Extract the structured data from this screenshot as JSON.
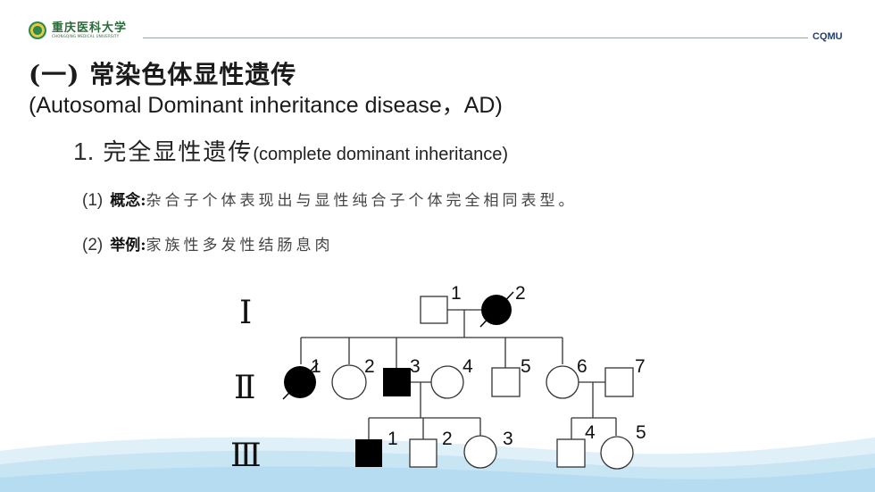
{
  "header": {
    "logo_text": "重庆医科大学",
    "logo_subtext": "CHONGQING MEDICAL UNIVERSITY",
    "brand_code": "CQMU"
  },
  "title": {
    "cn": "(一) 常染色体显性遗传",
    "en": "(Autosomal Dominant inheritance disease，AD)"
  },
  "section": {
    "number": "1.",
    "cn": "完全显性遗传",
    "en": "(complete dominant inheritance)"
  },
  "items": [
    {
      "number": "(1)",
      "label": "概念:",
      "text": "杂合子个体表现出与显性纯合子个体完全相同表型。"
    },
    {
      "number": "(2)",
      "label": "举例:",
      "text": "家族性多发性结肠息肉"
    }
  ],
  "pedigree": {
    "generations": [
      "Ⅰ",
      "Ⅱ",
      "Ⅲ"
    ],
    "gen1": [
      "1",
      "2"
    ],
    "gen2": [
      "1",
      "2",
      "3",
      "4",
      "5",
      "6",
      "7"
    ],
    "gen3": [
      "1",
      "2",
      "3",
      "4",
      "5"
    ]
  },
  "colors": {
    "accent_green": "#2b6b3a",
    "brand_blue": "#1f3f7a",
    "wave_blue": "#bfe0f2"
  }
}
